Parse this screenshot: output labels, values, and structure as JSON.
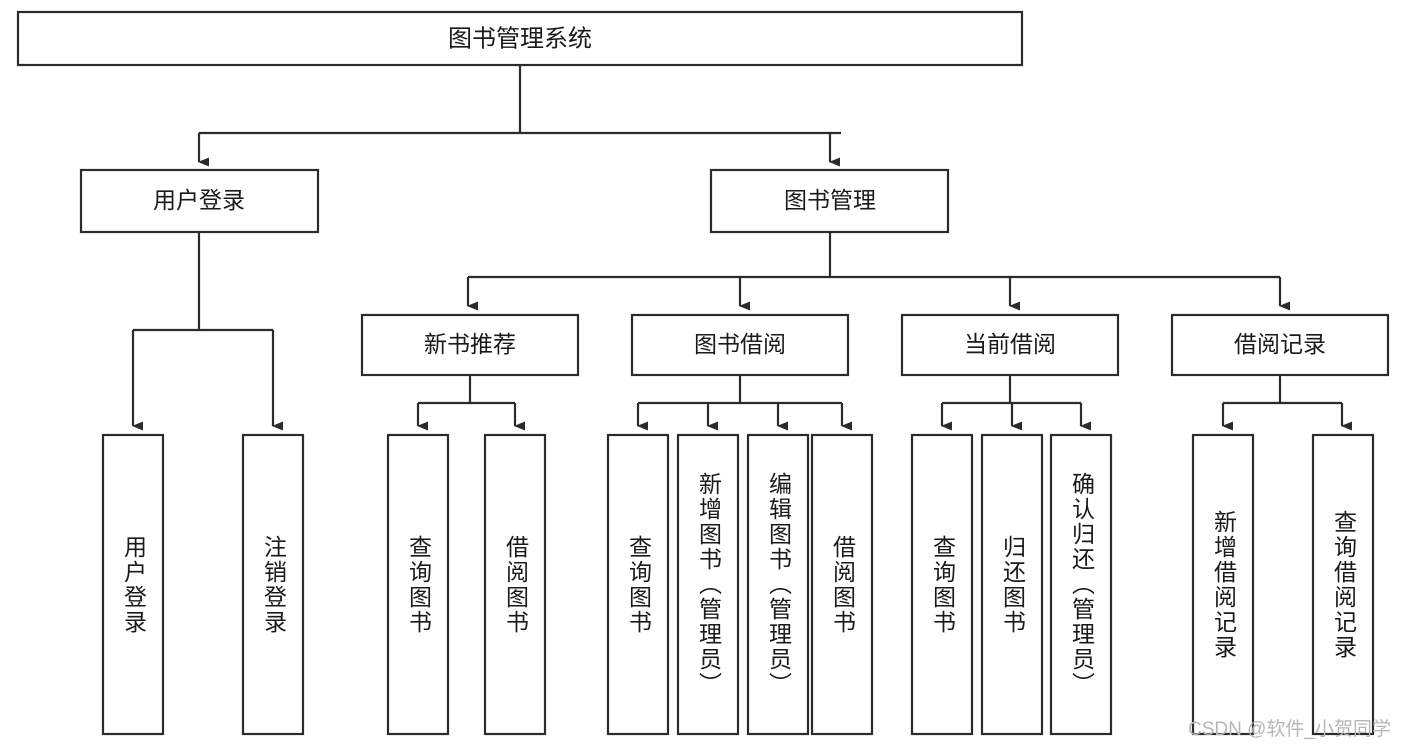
{
  "diagram": {
    "type": "tree",
    "title": "图书管理系统",
    "root": {
      "label": "图书管理系统"
    },
    "level2": [
      {
        "id": "user-login",
        "label": "用户登录"
      },
      {
        "id": "book-management",
        "label": "图书管理"
      }
    ],
    "level3": [
      {
        "id": "new-book-recommend",
        "label": "新书推荐",
        "parent": "book-management"
      },
      {
        "id": "book-borrow",
        "label": "图书借阅",
        "parent": "book-management"
      },
      {
        "id": "current-borrow",
        "label": "当前借阅",
        "parent": "book-management"
      },
      {
        "id": "borrow-record",
        "label": "借阅记录",
        "parent": "book-management"
      }
    ],
    "leaves": {
      "user-login": [
        {
          "id": "leaf-user-login",
          "label": "用户登录"
        },
        {
          "id": "leaf-logout-login",
          "label": "注销登录"
        }
      ],
      "new-book-recommend": [
        {
          "id": "leaf-query-book-1",
          "label": "查询图书"
        },
        {
          "id": "leaf-borrow-book-1",
          "label": "借阅图书"
        }
      ],
      "book-borrow": [
        {
          "id": "leaf-query-book-2",
          "label": "查询图书"
        },
        {
          "id": "leaf-add-book",
          "label": "新增图书（管理员）"
        },
        {
          "id": "leaf-edit-book",
          "label": "编辑图书（管理员）"
        },
        {
          "id": "leaf-borrow-book-2",
          "label": "借阅图书"
        }
      ],
      "current-borrow": [
        {
          "id": "leaf-query-book-3",
          "label": "查询图书"
        },
        {
          "id": "leaf-return-book",
          "label": "归还图书"
        },
        {
          "id": "leaf-confirm-return",
          "label": "确认归还（管理员）"
        }
      ],
      "borrow-record": [
        {
          "id": "leaf-add-record",
          "label": "新增借阅记录"
        },
        {
          "id": "leaf-query-record",
          "label": "查询借阅记录"
        }
      ]
    }
  },
  "watermark": {
    "text": "CSDN @软件_小贺同学"
  },
  "colors": {
    "stroke": "#2b2b2b",
    "fill": "#ffffff",
    "text": "#1a1a1a",
    "watermark": "#b6b6b6",
    "background": "#ffffff"
  }
}
